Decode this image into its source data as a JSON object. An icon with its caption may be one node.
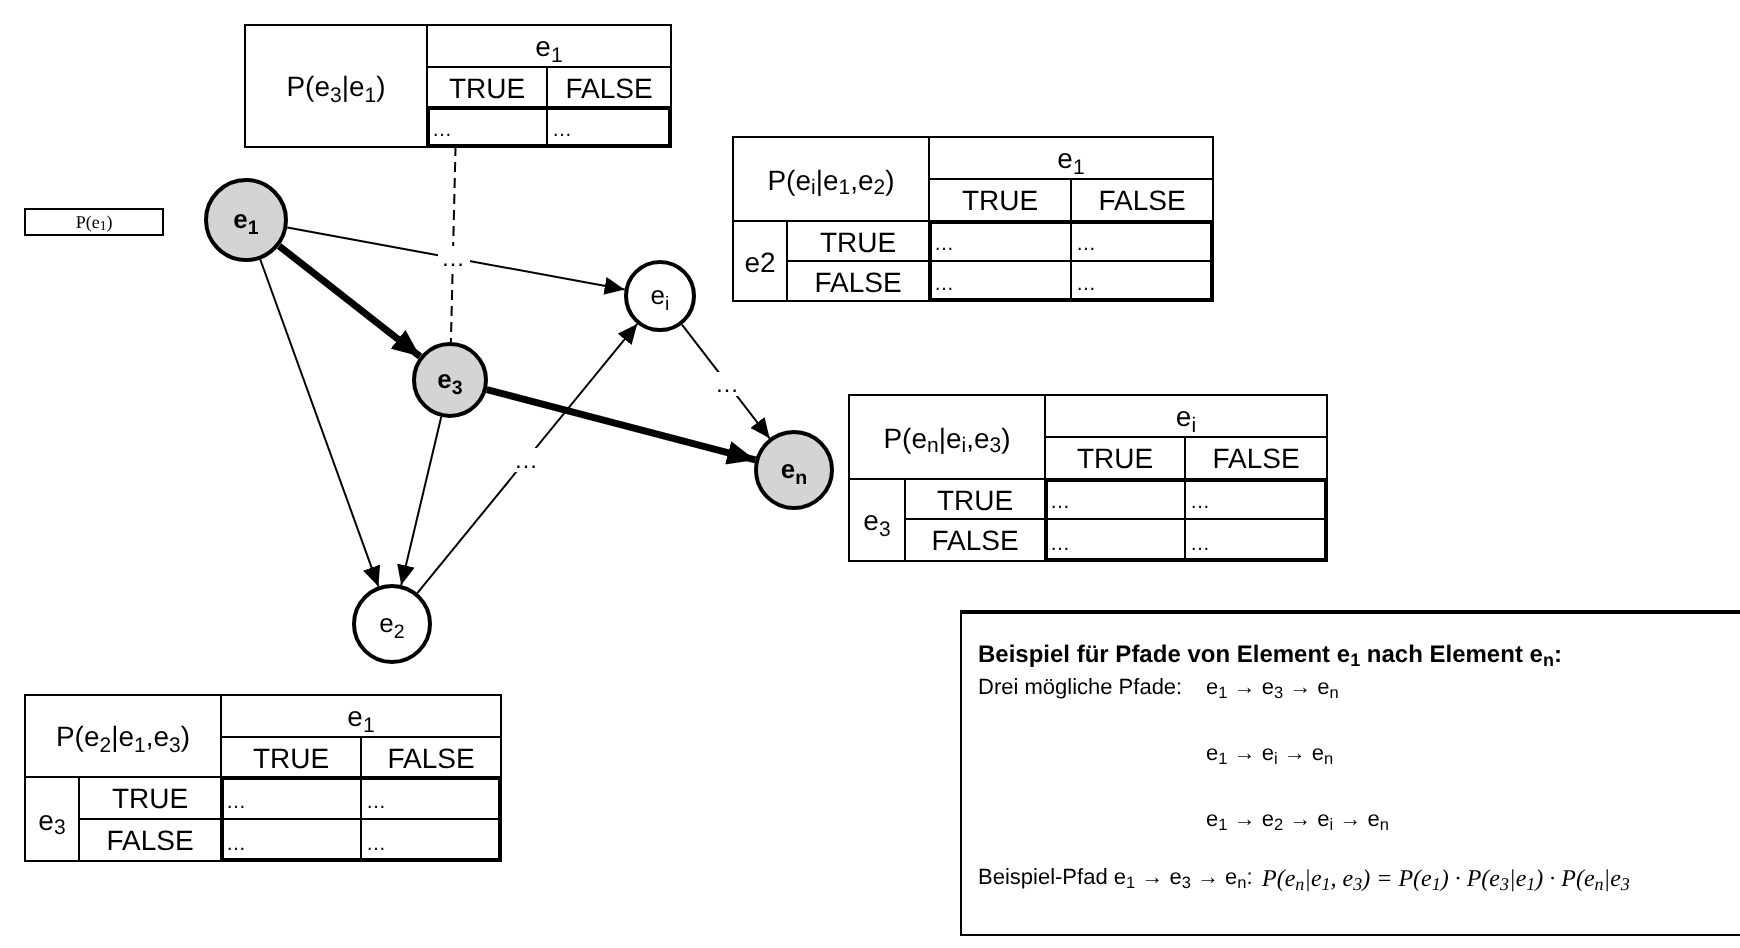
{
  "diagram": {
    "nodes": [
      {
        "text": [
          "P(e$_{3}$|e$_{1}$)",
          "e$_{1}$",
          "TRUE",
          "FALSE",
          "…",
          "…"
        ]
      },
      {
        "text": [
          "P(e$_{1}$)"
        ]
      },
      {
        "text": [
          "e$_{1}$"
        ]
      },
      {
        "text": [
          "P(e$_{i}$|e$_{1}$,e$_{2}$)",
          "e$_{1}$",
          "TRUE",
          "FALSE",
          "e2",
          "TRUE",
          "…",
          "…",
          "FALSE",
          "…",
          "…"
        ]
      },
      {
        "text": [
          "e$_{i}$"
        ]
      },
      {
        "text": [
          "e$_{3}$"
        ]
      },
      {
        "text": [
          "e$_{n}$"
        ]
      },
      {
        "text": [
          "P(e$_{n}$|e$_{i}$,e$_{3}$)",
          "e$_{i}$",
          "TRUE",
          "FALSE",
          "e$_{3}$",
          "TRUE",
          "…",
          "…",
          "FALSE",
          "…",
          "…"
        ]
      },
      {
        "text": [
          "e$_{2}$"
        ]
      },
      {
        "text": [
          "P(e$_{2}$|e$_{1}$,e$_{3}$)",
          "e$_{1}$",
          "TRUE",
          "FALSE",
          "e$_{3}$",
          "TRUE",
          "…",
          "…",
          "FALSE",
          "…",
          "…"
        ]
      },
      {
        "text": [
          "Beispiel für Pfade von Element e$_{1}$ nach Element e$_{n}$:",
          "Drei mögliche Pfade:",
          "e$_{1}$ → e$_{3}$ → e$_{n}$",
          "e$_{1}$ → e$_{i}$ → e$_{n}$",
          "e$_{1}$ → e$_{2}$ → e$_{i}$ → e$_{n}$",
          "Beispiel-Pfad e$_{1}$ → e$_{3}$ → e$_{n}$:",
          "P(e$_{n}$|e$_{1}$, e$_{3}$) = P(e$_{1}$) · P(e$_{3}$|e$_{1}$) · P(e$_{n}$|e$_{3}$"
        ]
      }
    ],
    "edges": [
      {
        "from": 2,
        "to": 5,
        "arrow": "to",
        "style": "thick"
      },
      {
        "from": 5,
        "to": 6,
        "arrow": "to",
        "style": "thick"
      },
      {
        "from": 2,
        "to": 4,
        "arrow": "to",
        "label": "…"
      },
      {
        "from": 2,
        "to": 8,
        "arrow": "to"
      },
      {
        "from": 5,
        "to": 8,
        "arrow": "to"
      },
      {
        "from": 8,
        "to": 4,
        "arrow": "to",
        "label": "…"
      },
      {
        "from": 4,
        "to": 6,
        "arrow": "to",
        "label": "…"
      },
      {
        "from": 0,
        "to": 5,
        "arrow": "none",
        "style": "dashed"
      }
    ]
  }
}
